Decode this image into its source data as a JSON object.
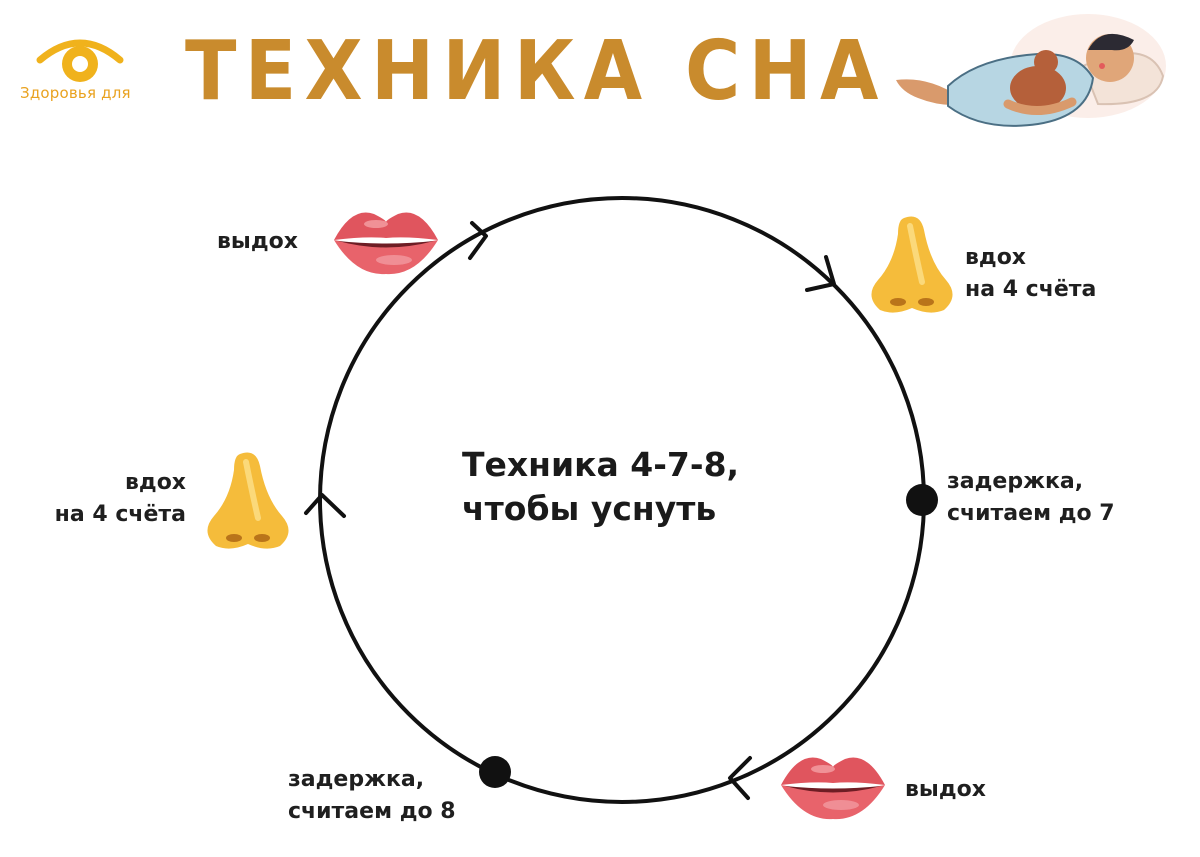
{
  "header": {
    "logo_text": "Здоровья для",
    "title": "ТЕХНИКА СНА"
  },
  "diagram": {
    "center_line1": "Техника 4-7-8,",
    "center_line2": "чтобы уснуть",
    "steps": {
      "exhale_top": {
        "text": "выдох",
        "icon": "lips-icon"
      },
      "inhale_right": {
        "line1": "вдох",
        "line2": "на 4 счёта",
        "icon": "nose-icon"
      },
      "hold_right": {
        "line1": "задержка,",
        "line2": "считаем до 7"
      },
      "exhale_bottom": {
        "text": "выдох",
        "icon": "lips-icon"
      },
      "hold_bottom": {
        "line1": "задержка,",
        "line2": "считаем до 8"
      },
      "inhale_left": {
        "line1": "вдох",
        "line2": "на 4 счёта",
        "icon": "nose-icon"
      }
    }
  },
  "colors": {
    "title": "#c98b2d",
    "logo": "#e9a21f",
    "circle": "#111111",
    "lips": "#e05a62",
    "nose": "#f3b937"
  }
}
